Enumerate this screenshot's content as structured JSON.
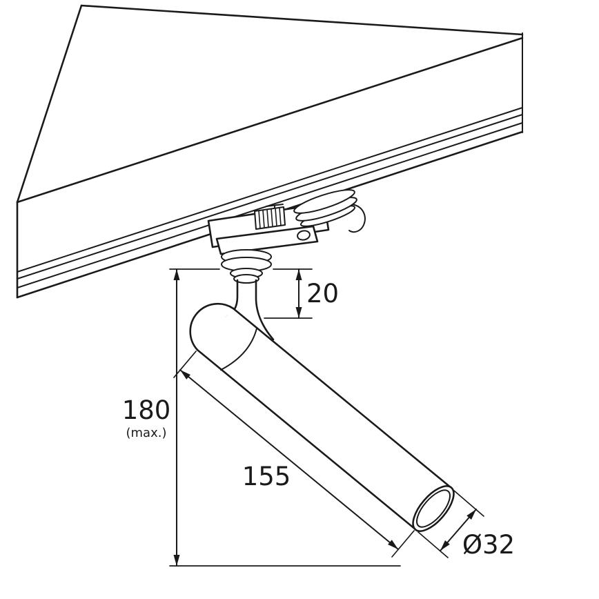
{
  "page": {
    "background_color": "#ffffff",
    "line_color": "#1a1a1a"
  },
  "drawing": {
    "dimensions": {
      "drop": {
        "value": "20"
      },
      "height": {
        "value": "180",
        "note": "(max.)"
      },
      "length": {
        "value": "155"
      },
      "diameter": {
        "value": "Ø32"
      }
    }
  }
}
